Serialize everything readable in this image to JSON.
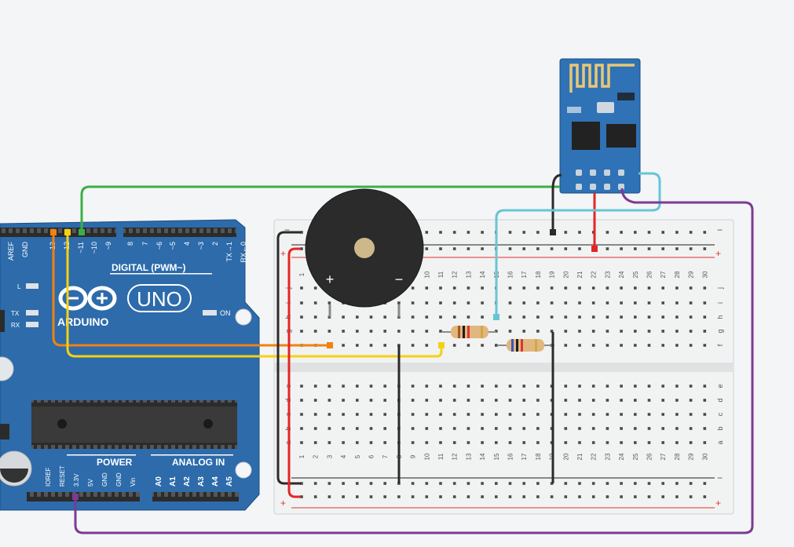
{
  "arduino": {
    "digital_pins": [
      "AREF",
      "GND",
      "13",
      "12",
      "~11",
      "~10",
      "~9",
      "8",
      "7",
      "~6",
      "~5",
      "4",
      "~3",
      "2",
      "TX→1",
      "RX←0"
    ],
    "digital_label": "DIGITAL (PWM~)",
    "logo": "ARDUINO",
    "model": "UNO",
    "led_labels": [
      "L",
      "TX",
      "RX"
    ],
    "on_label": "ON",
    "power_pins": [
      "IOREF",
      "RESET",
      "3.3V",
      "5V",
      "GND",
      "GND",
      "Vin"
    ],
    "power_label": "POWER",
    "analog_pins": [
      "A0",
      "A1",
      "A2",
      "A3",
      "A4",
      "A5"
    ],
    "analog_label": "ANALOG IN"
  },
  "breadboard": {
    "rail_minus": "−",
    "rail_plus": "+",
    "row_letters_top": [
      "j",
      "i",
      "h",
      "g",
      "f"
    ],
    "row_letters_bottom": [
      "e",
      "d",
      "c",
      "b",
      "a"
    ],
    "columns": [
      "1",
      "2",
      "3",
      "4",
      "5",
      "6",
      "7",
      "8",
      "9",
      "10",
      "11",
      "12",
      "13",
      "14",
      "15",
      "16",
      "17",
      "18",
      "19",
      "20",
      "21",
      "22",
      "23",
      "24",
      "25",
      "26",
      "27",
      "28",
      "29",
      "30"
    ]
  },
  "buzzer": {
    "plus": "+",
    "minus": "−"
  },
  "colors": {
    "background": "#f3f5f7",
    "board": "#2d6bab",
    "breadboard": "#f1f2f2",
    "wire_green": "#3cae45",
    "wire_orange": "#f0820f",
    "wire_yellow": "#f4d211",
    "wire_black": "#2b2b2b",
    "wire_red": "#e42525",
    "wire_cyan": "#67c5d6",
    "wire_purple": "#7d3a93"
  }
}
